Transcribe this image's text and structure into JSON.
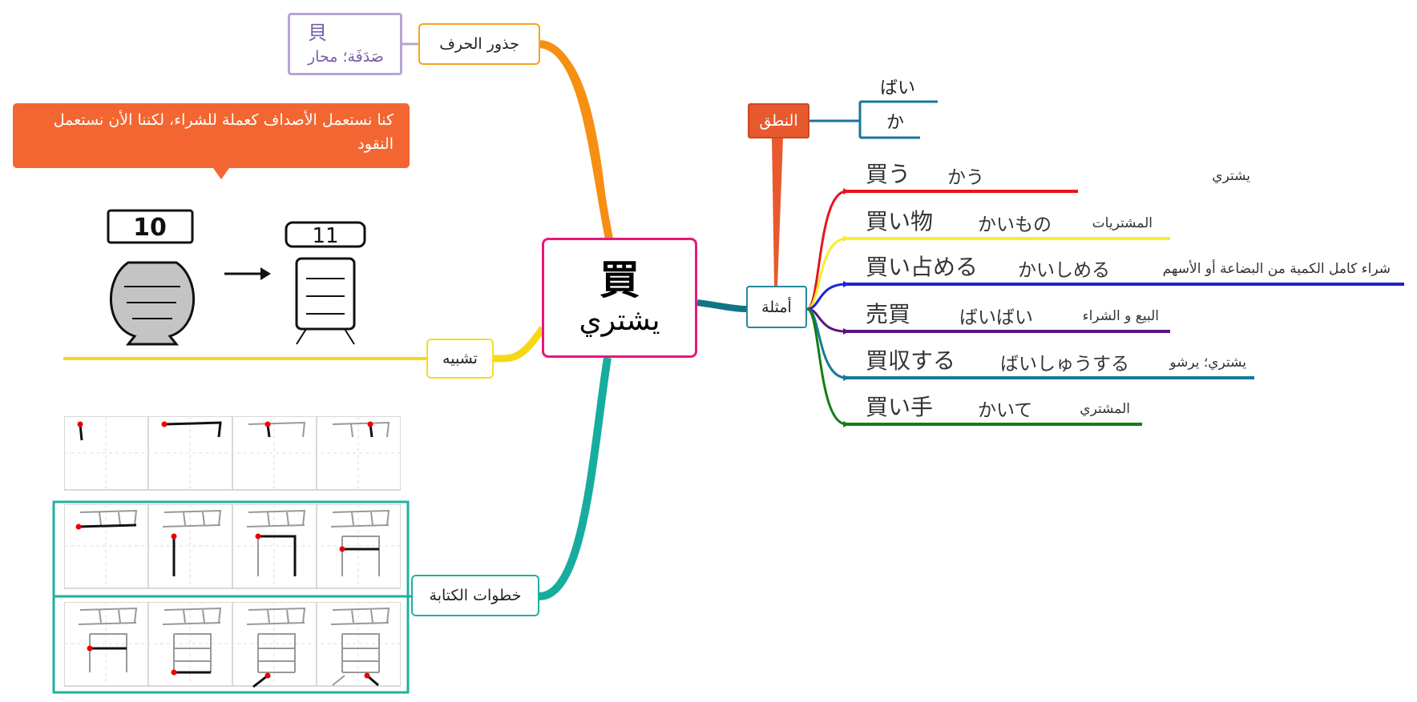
{
  "central": {
    "kanji": "買",
    "meaning": "يشتري",
    "border_color": "#e8177c"
  },
  "roots": {
    "label": "جذور الحرف",
    "kanji": "貝",
    "meaning": "صَدَفَة؛ محار"
  },
  "simile": {
    "label": "تشبيه",
    "callout": "كنا نستعمل الأصداف كعملة للشراء، لكننا الأن نستعمل النقود",
    "figure_numbers": [
      "10",
      "11"
    ]
  },
  "stroke_order": {
    "label": "خطوات الكتابة"
  },
  "examples": {
    "label": "أمثلة",
    "items": [
      {
        "word": "買う",
        "reading": "かう",
        "meaning": "يشتري",
        "color": "#e8141d"
      },
      {
        "word": "買い物",
        "reading": "かいもの",
        "meaning": "المشتريات",
        "color": "#f7ee2a"
      },
      {
        "word": "買い占める",
        "reading": "かいしめる",
        "meaning": "شراء كامل الكمية من البضاعة أو الأسهم",
        "color": "#1a24d6"
      },
      {
        "word": "売買",
        "reading": "ばいばい",
        "meaning": "البيع و الشراء",
        "color": "#5a1480"
      },
      {
        "word": "買収する",
        "reading": "ばいしゅうする",
        "meaning": "يشتري؛ يرشو",
        "color": "#18789a"
      },
      {
        "word": "買い手",
        "reading": "かいて",
        "meaning": "المشتري",
        "color": "#137e13"
      }
    ]
  },
  "pronunciation": {
    "label": "النطق",
    "readings": [
      "ばい",
      "か"
    ]
  },
  "colors": {
    "roots": "#f7a21b",
    "simile": "#f3dc2a",
    "steps": "#20b0a0",
    "examples": "#0f7486",
    "callout": "#f36631"
  }
}
